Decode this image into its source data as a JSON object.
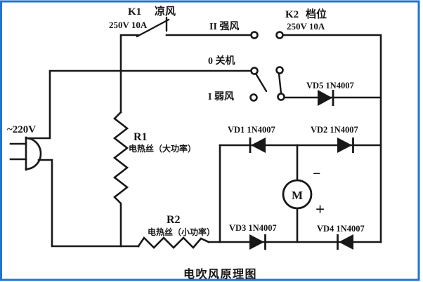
{
  "title": "电吹风原理图",
  "frame_color": "#2173d4",
  "power": {
    "voltage": "~220V"
  },
  "switch_k1": {
    "id": "K1",
    "function": "凉风",
    "rating": "250V 10A"
  },
  "switch_k2": {
    "id": "K2",
    "function": "档位",
    "rating": "250V 10A"
  },
  "positions": {
    "strong": "II 强风",
    "off": "0 关机",
    "weak": "I 弱风"
  },
  "resistors": {
    "r1": {
      "id": "R1",
      "desc": "电热丝（大功率）"
    },
    "r2": {
      "id": "R2",
      "desc": "电热丝（小功率）"
    }
  },
  "diodes": {
    "vd1": "VD1 1N4007",
    "vd2": "VD2 1N4007",
    "vd3": "VD3 1N4007",
    "vd4": "VD4 1N4007",
    "vd5": "VD5 1N4007"
  },
  "motor": {
    "label": "M",
    "polarity_minus": "−",
    "polarity_plus": "+"
  }
}
